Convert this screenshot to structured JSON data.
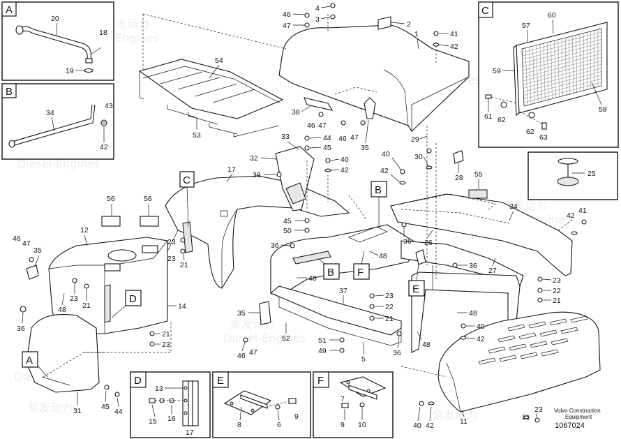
{
  "watermark": {
    "cn": "紫发动力",
    "en": "Diesel-Engines"
  },
  "inset_letters": {
    "A": "A",
    "B": "B",
    "C": "C",
    "D": "D",
    "E": "E",
    "F": "F"
  },
  "inset_A": {
    "labels": [
      "20",
      "18",
      "19"
    ]
  },
  "inset_B": {
    "labels": [
      "34",
      "43",
      "42"
    ]
  },
  "inset_C": {
    "labels": [
      "57",
      "60",
      "59",
      "58",
      "61",
      "62",
      "62",
      "63"
    ]
  },
  "inset_25": {
    "labels": [
      "25"
    ]
  },
  "inset_D": {
    "labels": [
      "13",
      "15",
      "16",
      "17"
    ]
  },
  "inset_E": {
    "labels": [
      "8",
      "6",
      "9"
    ]
  },
  "inset_F": {
    "labels": [
      "7",
      "9",
      "10"
    ]
  },
  "callouts": {
    "c46a": "46",
    "c47a": "47",
    "c4": "4",
    "c3": "3",
    "c2": "2",
    "c1": "1",
    "c41a": "41",
    "c42a": "42",
    "c54": "54",
    "c38": "38",
    "c46b": "46",
    "c47b": "47",
    "c46c": "46",
    "c47c": "47",
    "c35a": "35",
    "c33": "33",
    "c44a": "44",
    "c45a": "45",
    "c32": "32",
    "c39": "39",
    "c17": "17",
    "c40a": "40",
    "c42b": "42",
    "c29": "29",
    "c40b": "40",
    "c30": "30",
    "c42c": "42",
    "c28": "28",
    "c55": "55",
    "c24": "24",
    "c42d": "42",
    "c41b": "41",
    "c53": "53",
    "c56a": "56",
    "c56b": "56",
    "c12": "12",
    "c45b": "45",
    "c50": "50",
    "c36a": "36",
    "c26": "26",
    "c36b": "36",
    "c48a": "48",
    "c27": "27",
    "c36c": "36",
    "c46d": "46",
    "c47d": "47",
    "c35b": "35",
    "c23a": "23",
    "c21a": "21",
    "c48b": "48",
    "c23b": "23",
    "c21b": "21",
    "c14": "14",
    "c36d": "36",
    "c48c": "48",
    "c37": "37",
    "c23c": "23",
    "c22a": "22",
    "c21c": "21",
    "c35c": "35",
    "c52": "52",
    "c46e": "46",
    "c47e": "47",
    "c51": "51",
    "c49": "49",
    "c5": "5",
    "c23d": "23",
    "c22b": "22",
    "c21d": "21",
    "c48d": "48",
    "c40c": "40",
    "c42e": "42",
    "c36e": "36",
    "c48e": "48",
    "c21e": "21",
    "c23e": "23",
    "c31": "31",
    "c45c": "45",
    "c44b": "44",
    "c40d": "40",
    "c42f": "42",
    "c11": "11",
    "c23f": "23",
    "c21f": "21"
  },
  "footer": {
    "line1": "Volvo Construction",
    "line2": "Equipment",
    "drawing_number": "1067024"
  }
}
